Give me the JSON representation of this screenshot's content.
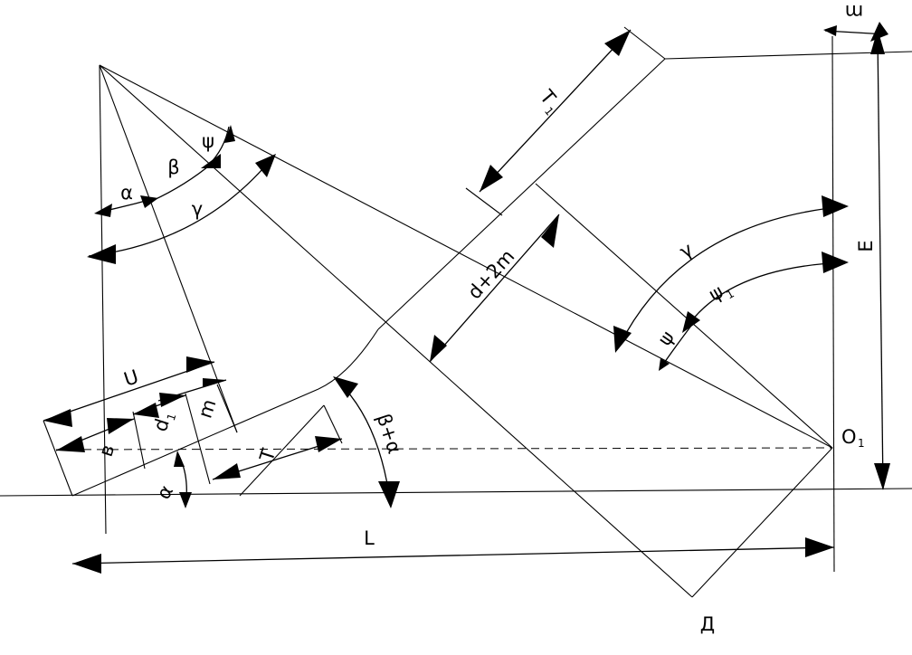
{
  "diagram": {
    "labels": {
      "m_top": "m",
      "E": "E",
      "T1": "T",
      "T1_sub": "1",
      "d2m": "d+2m",
      "gamma_right": "γ",
      "psi1": "ψ",
      "psi1_sub": "1",
      "psi_right": "ψ",
      "O1": "O",
      "O1_sub": "1",
      "alpha_top": "α",
      "beta_top": "β",
      "psi_top": "ψ",
      "gamma_left": "γ",
      "U": "U",
      "m_mid": "m",
      "d1": "d",
      "d1_sub": "1",
      "b": "в",
      "alpha_bottom": "α",
      "T": "T",
      "beta_plus_alpha": "β+α",
      "L": "L",
      "D": "Д"
    }
  }
}
